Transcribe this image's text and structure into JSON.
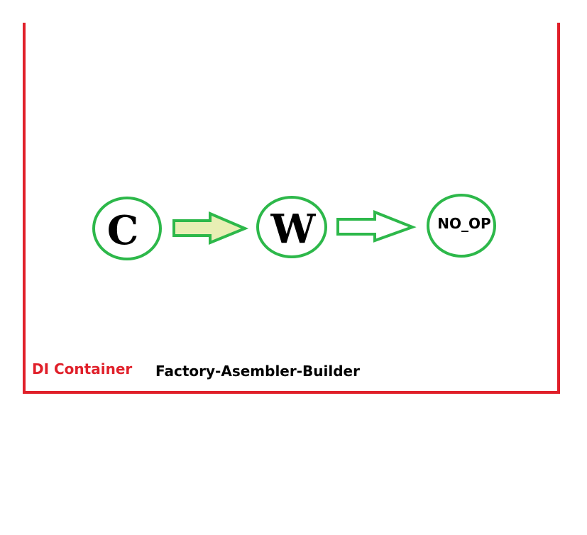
{
  "colors": {
    "container_border": "#e0202a",
    "node_border": "#2db84a",
    "arrow_border": "#2db84a",
    "arrow_fill_first": "#e8efb4",
    "arrow_fill_second": "#ffffff",
    "label_container": "#e0202a",
    "label_text": "#000000"
  },
  "nodes": [
    {
      "id": "c",
      "label": "C"
    },
    {
      "id": "w",
      "label": "W"
    },
    {
      "id": "no_op",
      "label": "NO_OP"
    }
  ],
  "arrows": [
    {
      "from": "c",
      "to": "w"
    },
    {
      "from": "w",
      "to": "no_op"
    }
  ],
  "container": {
    "label": "DI Container",
    "description": "Factory-Asembler-Builder"
  }
}
